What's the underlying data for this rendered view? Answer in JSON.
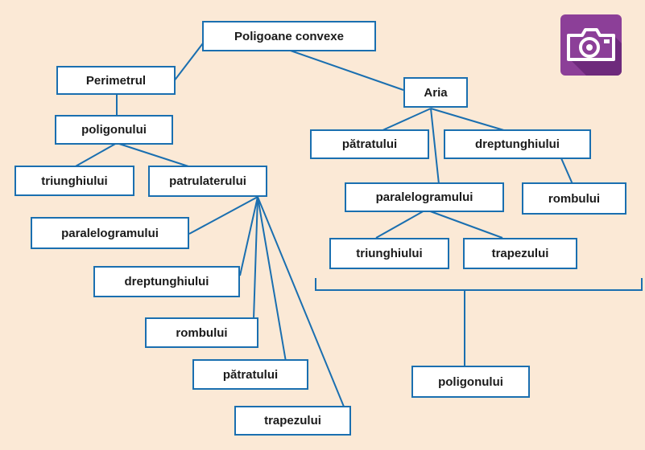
{
  "diagram": {
    "root": "Poligoane convexe",
    "perimetru": {
      "title": "Perimetrul",
      "sub": "poligonului",
      "children": [
        "triunghiului",
        "patrulaterului"
      ],
      "quadrilaterals": [
        "paralelogramului",
        "dreptunghiului",
        "rombului",
        "pătratului",
        "trapezului"
      ]
    },
    "aria": {
      "title": "Aria",
      "level1": [
        "pătratului",
        "dreptunghiului",
        "paralelogramului",
        "rombului"
      ],
      "level2": [
        "triunghiului",
        "trapezului"
      ],
      "bracket_target": "poligonului"
    }
  },
  "icon": {
    "name": "camera-icon",
    "colors": {
      "background": "#8c3f98",
      "shadow": "#6e2a7c",
      "glyph": "#ffffff"
    }
  },
  "colors": {
    "background": "#fbe9d6",
    "border": "#1a6fb0",
    "box": "#ffffff",
    "text": "#1b1b1b"
  }
}
